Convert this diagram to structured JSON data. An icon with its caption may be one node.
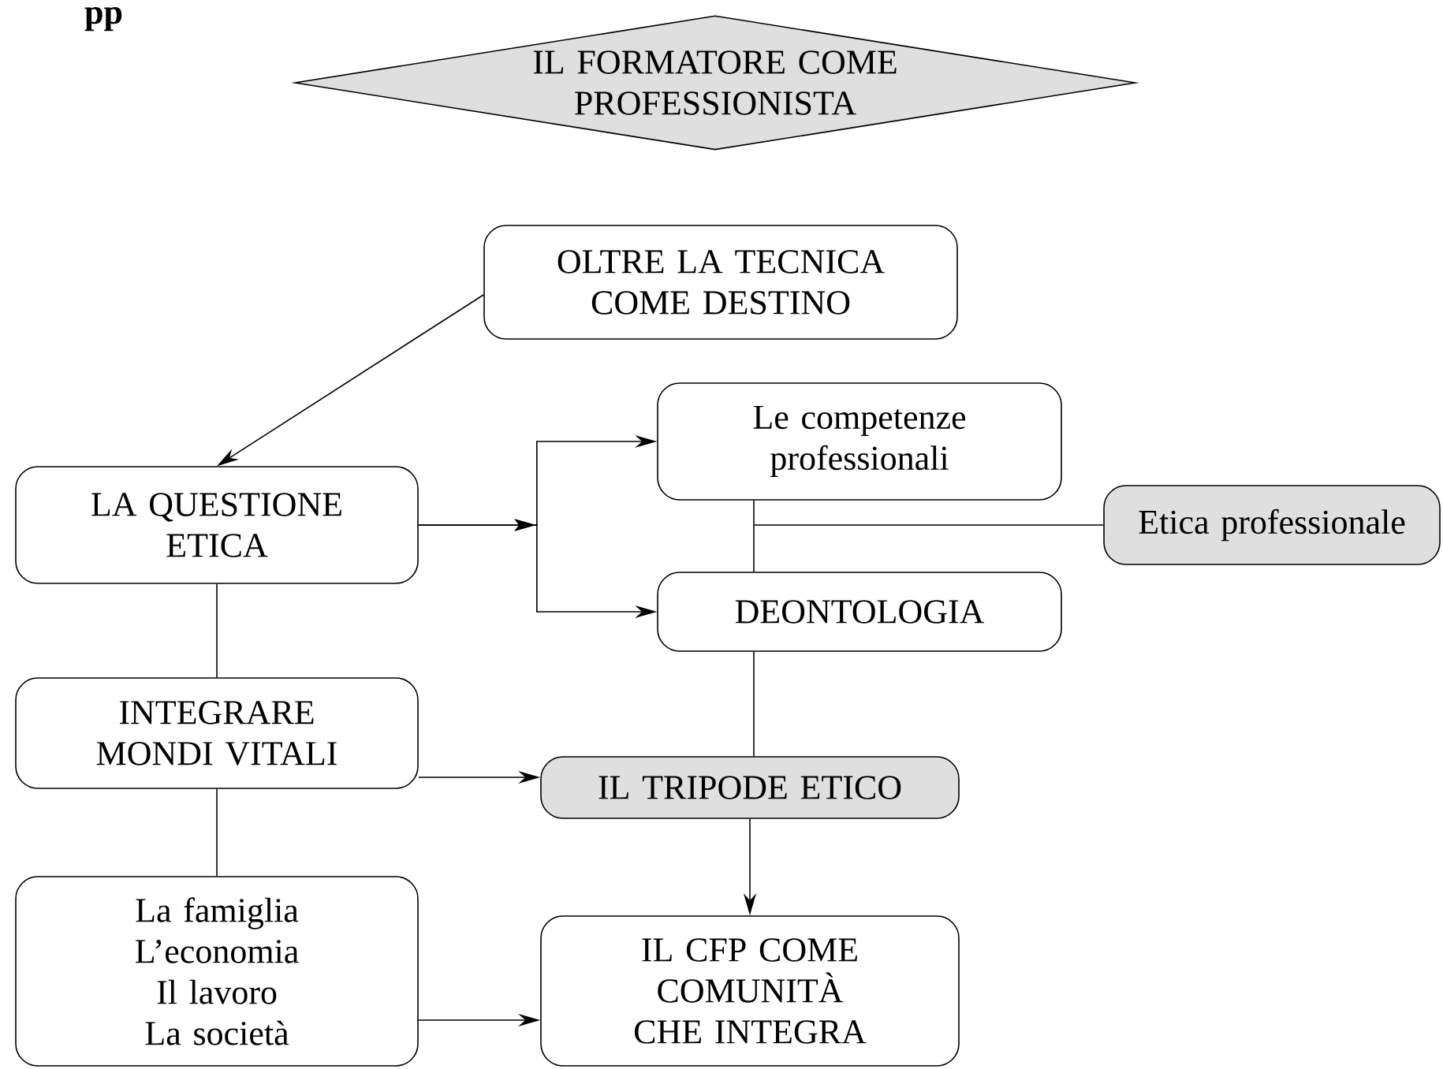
{
  "diagram": {
    "nodes": [
      {
        "text": [
          "IL FORMATORE COME PROFESSIONISTA"
        ]
      },
      {
        "text": [
          "OLTRE LA TECNICA COME DESTINO"
        ]
      },
      {
        "text": [
          "LA QUESTIONE ETICA"
        ]
      },
      {
        "text": [
          "Le competenze professionali"
        ]
      },
      {
        "text": [
          "Etica professionale"
        ]
      },
      {
        "text": [
          "DEONTOLOGIA"
        ]
      },
      {
        "text": [
          "INTEGRARE MONDI VITALI"
        ]
      },
      {
        "text": [
          "IL TRIPODE ETICO"
        ]
      },
      {
        "text": [
          "La famiglia",
          "L’economia",
          "Il lavoro",
          "La società"
        ]
      },
      {
        "text": [
          "IL CFP COME COMUNITÀ CHE INTEGRA"
        ]
      }
    ],
    "edges": [
      {
        "from": 1,
        "to": 2,
        "arrow": "to"
      },
      {
        "from": 2,
        "to": 3,
        "arrow": "to"
      },
      {
        "from": 2,
        "to": 5,
        "arrow": "to"
      },
      {
        "from": 3,
        "to": 5,
        "arrow": "none"
      },
      {
        "from": 3,
        "to": 4,
        "arrow": "none"
      },
      {
        "from": 5,
        "to": 7,
        "arrow": "none"
      },
      {
        "from": 2,
        "to": 6,
        "arrow": "none"
      },
      {
        "from": 6,
        "to": 7,
        "arrow": "to"
      },
      {
        "from": 6,
        "to": 8,
        "arrow": "none"
      },
      {
        "from": 8,
        "to": 9,
        "arrow": "to"
      },
      {
        "from": 7,
        "to": 9,
        "arrow": "to"
      }
    ],
    "labels": [
      "pp"
    ]
  }
}
